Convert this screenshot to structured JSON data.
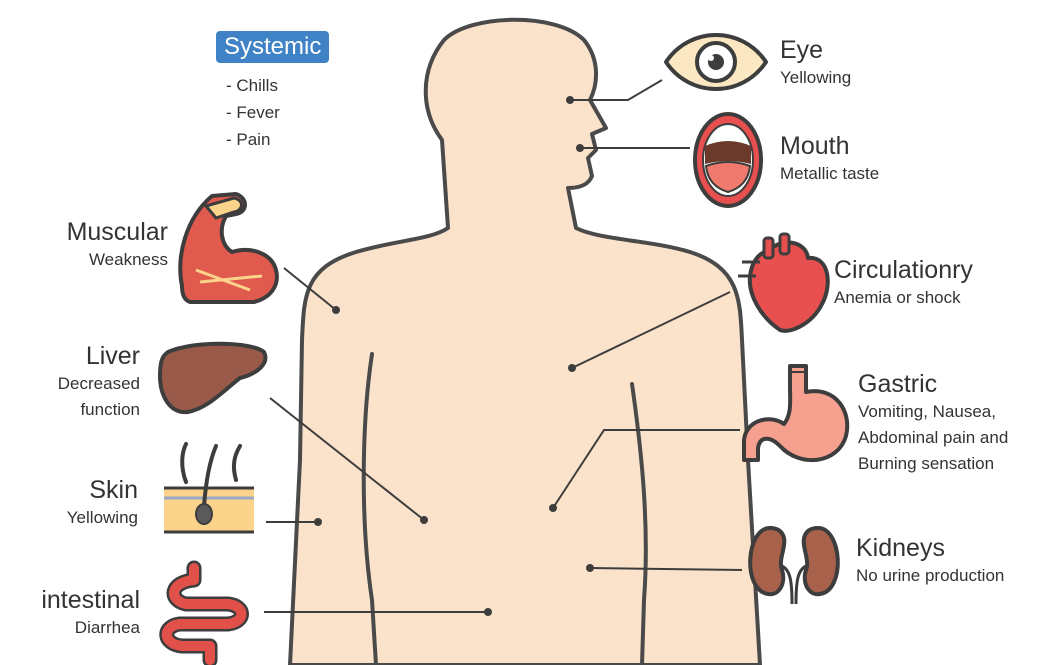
{
  "systemic": {
    "title": "Systemic",
    "items": [
      "- Chills",
      "- Fever",
      "- Pain"
    ]
  },
  "callouts": {
    "eye": {
      "title": "Eye",
      "desc": "Yellowing"
    },
    "mouth": {
      "title": "Mouth",
      "desc": "Metallic taste"
    },
    "circulatory": {
      "title": "Circulationry",
      "desc": "Anemia or shock"
    },
    "gastric": {
      "title": "Gastric",
      "desc": [
        "Vomiting, Nausea,",
        "Abdominal pain and",
        "Burning sensation"
      ]
    },
    "kidneys": {
      "title": "Kidneys",
      "desc": "No urine production"
    },
    "muscular": {
      "title": "Muscular",
      "desc": "Weakness"
    },
    "liver": {
      "title": "Liver",
      "desc": [
        "Decreased",
        "function"
      ]
    },
    "skin": {
      "title": "Skin",
      "desc": "Yellowing"
    },
    "intestinal": {
      "title": "intestinal",
      "desc": "Diarrhea"
    }
  },
  "colors": {
    "skin": "#fbe3cb",
    "outline": "#4a4a4a",
    "badge": "#3f83c6",
    "heart": "#e8504f",
    "liver": "#9a5a4a",
    "muscle": "#e05a4e",
    "stomach": "#f6a08f",
    "kidney": "#a8614a",
    "intestine": "#e2504a",
    "eye_bg": "#fbe7c1"
  },
  "icons": [
    "eye-icon",
    "mouth-icon",
    "heart-icon",
    "stomach-icon",
    "kidneys-icon",
    "muscle-arm-icon",
    "liver-icon",
    "skin-hair-icon",
    "intestine-icon"
  ]
}
